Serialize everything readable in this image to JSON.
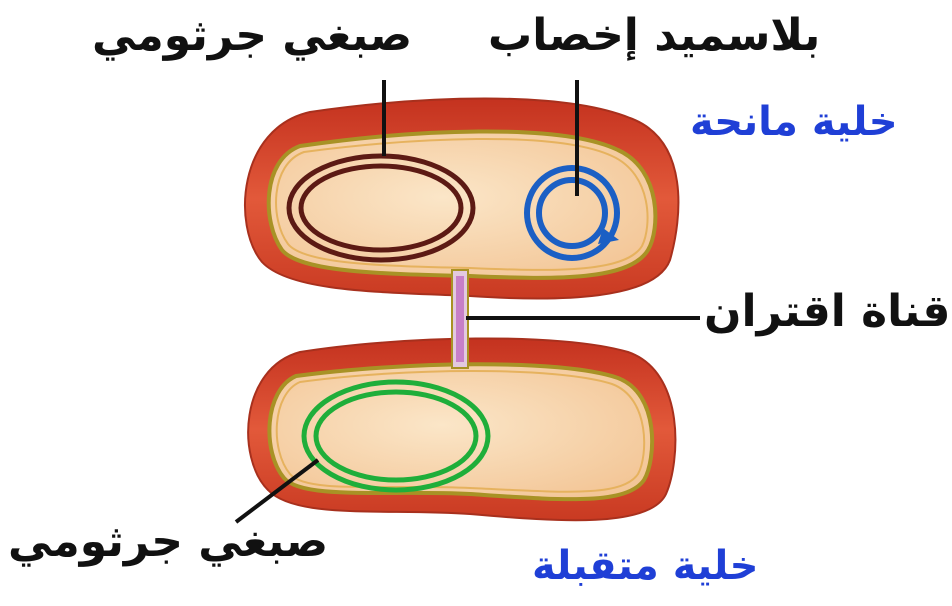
{
  "labels": {
    "plasmid": "بلاسميد إخصاب",
    "chromosome_top": "صبغي جرثومي",
    "donor_cell": "خلية مانحة",
    "conjugation_tube": "قناة اقتران",
    "chromosome_bottom": "صبغي جرثومي",
    "recipient_cell": "خلية متقبلة"
  },
  "colors": {
    "cell_outer": "#d9442b",
    "cell_inner": "#f8d9b2",
    "membrane": "#a89225",
    "chromosome_donor": "#5c1a14",
    "plasmid": "#1b5fc4",
    "chromosome_recipient": "#1fae3a",
    "conjugation_tube": "#c77fc8",
    "label_text": "#111111",
    "cell_label_text": "#1f3fd6"
  }
}
